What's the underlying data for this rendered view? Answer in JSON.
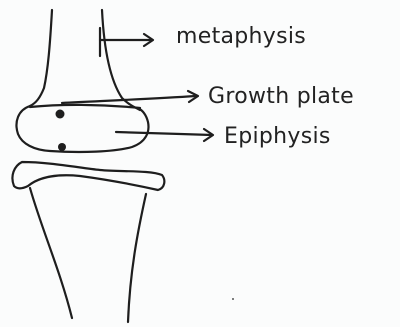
{
  "diagram": {
    "labels": {
      "metaphysis": "metaphysis",
      "growth_plate": "Growth plate",
      "epiphysis": "Epiphysis"
    },
    "colors": {
      "ink": "#1e1e1e",
      "paper": "#fbfcfc"
    }
  }
}
